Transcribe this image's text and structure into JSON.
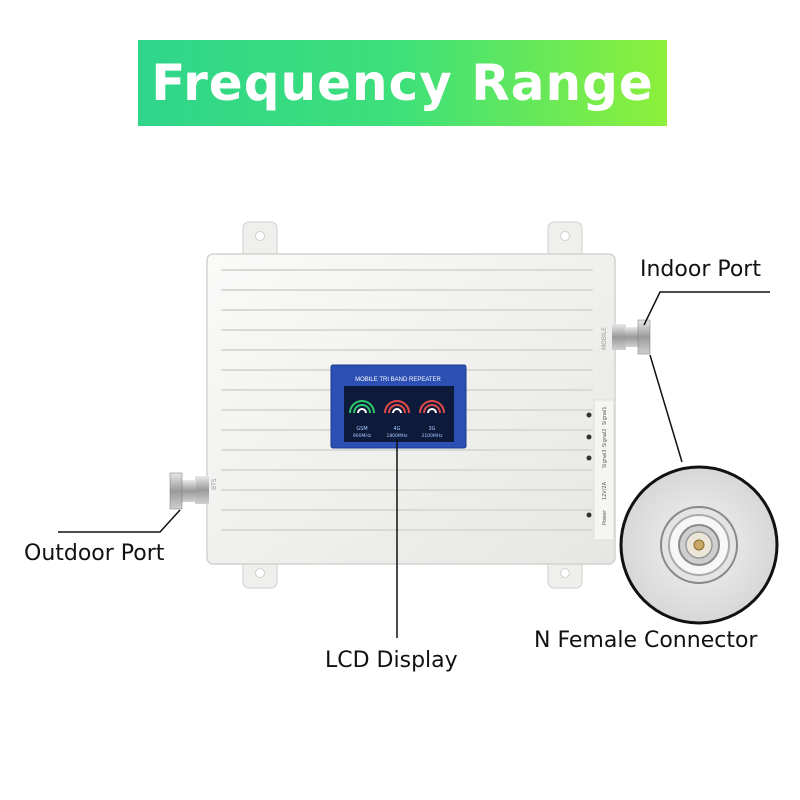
{
  "banner": {
    "title": "Frequency Range"
  },
  "labels": {
    "indoor_port": "Indoor Port",
    "outdoor_port": "Outdoor Port",
    "lcd_display": "LCD Display",
    "n_female_connector": "N Female Connector"
  },
  "device": {
    "lcd": {
      "header": "MOBILE TRI BAND REPEATER",
      "bands": [
        {
          "name": "GSM",
          "freq": "900MHz"
        },
        {
          "name": "4G",
          "freq": "1800MHz"
        },
        {
          "name": "3G",
          "freq": "2100MHz"
        }
      ]
    },
    "port_text": {
      "bts": "BTS",
      "mobile": "MOBILE"
    },
    "indicators": [
      "Signal1",
      "Signal2",
      "Signal3",
      "Power"
    ],
    "power_rating": "12V/2A"
  },
  "colors": {
    "banner_start": "#2fd58a",
    "banner_end": "#8df03a",
    "device_body": "#f2f2f0",
    "lcd_frame": "#2b4fb3",
    "lcd_screen": "#0e1a3a"
  }
}
